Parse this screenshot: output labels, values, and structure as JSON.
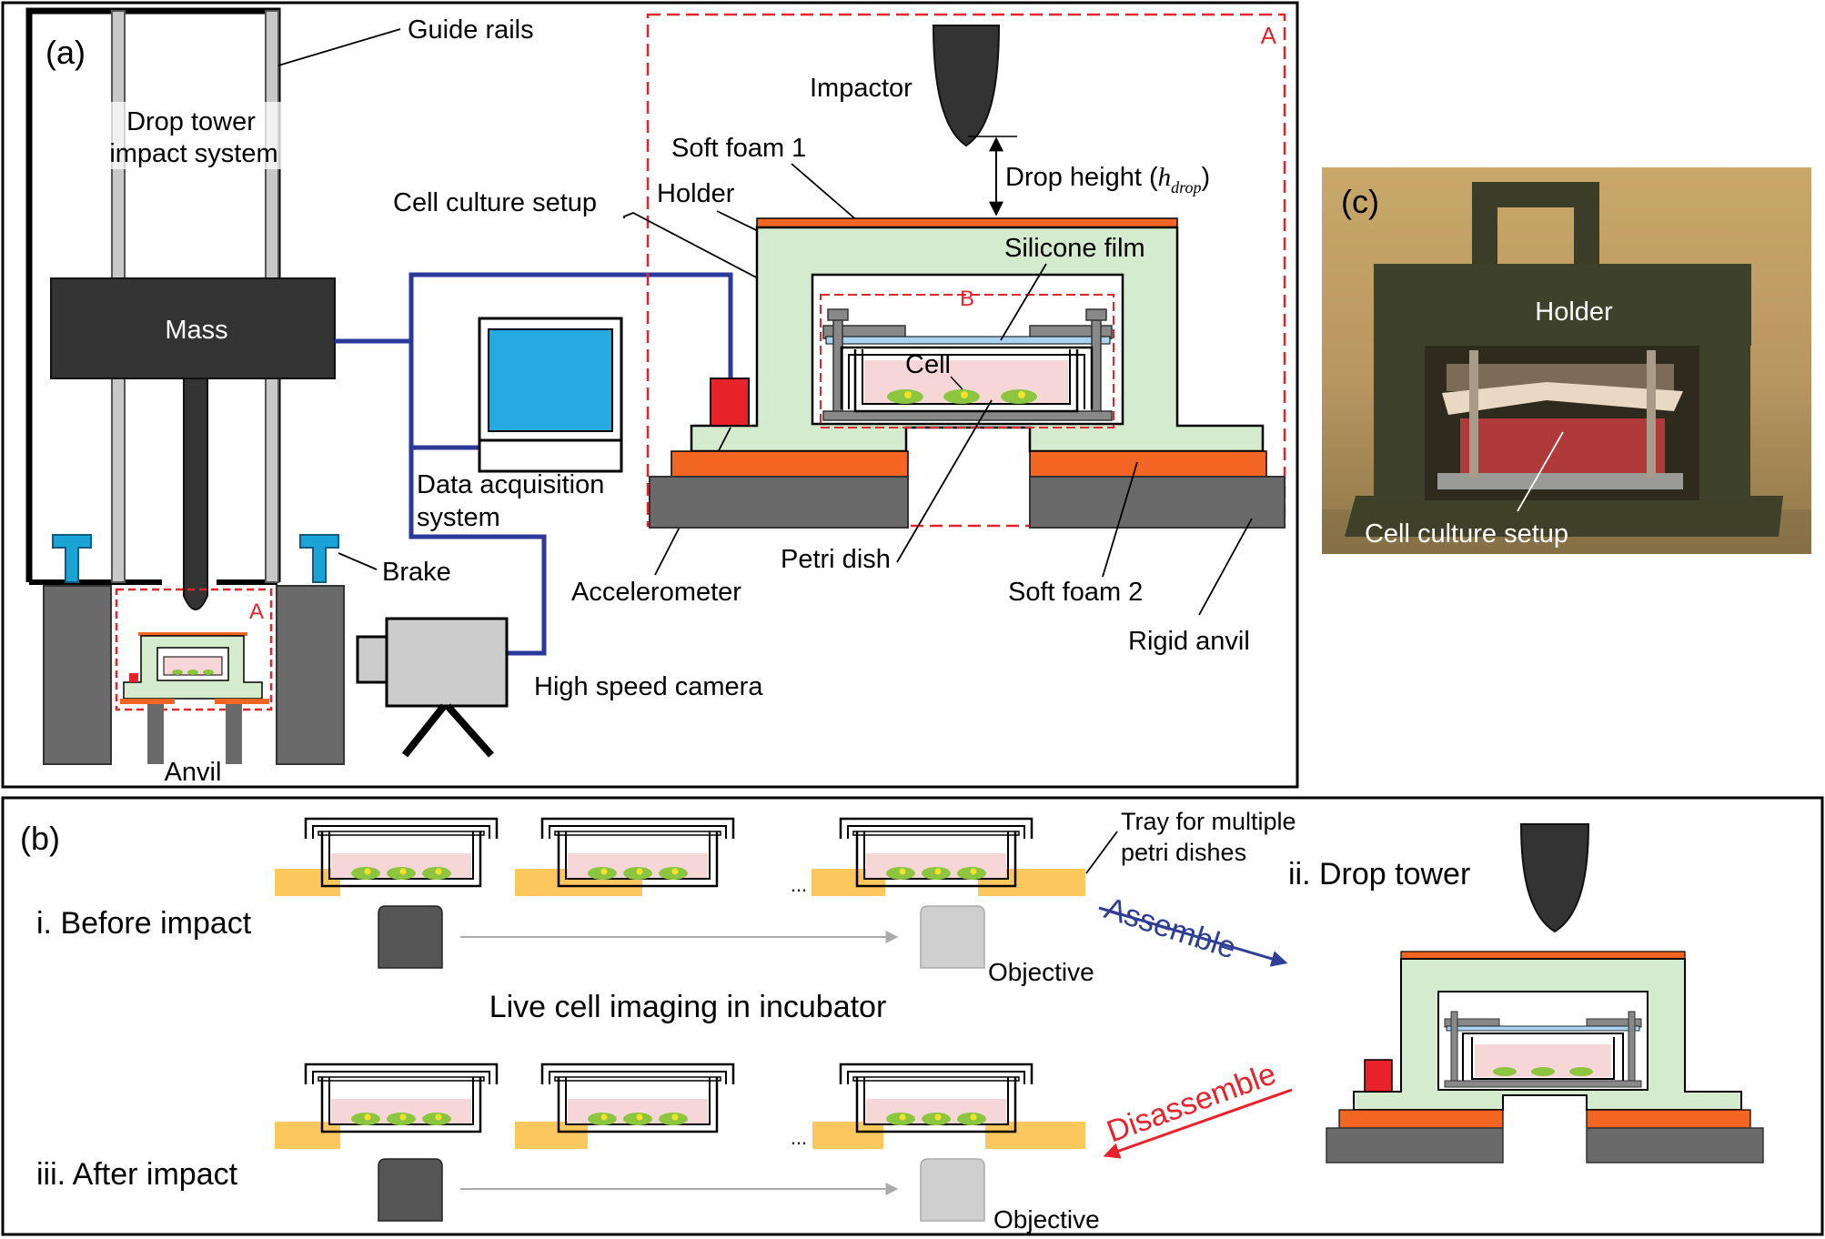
{
  "colors": {
    "frame": "#000000",
    "dashed_red": "#e8222a",
    "mass": "#333333",
    "rail": "#c8c8c8",
    "anvil": "#6a6a6a",
    "foam": "#f26522",
    "holder": "#d5ebce",
    "medium": "#f7d6d8",
    "cell": "#8cc641",
    "nucleus": "#f5e02a",
    "silicone": "#a8d4f0",
    "wire": "#2b3a9a",
    "monitor_screen": "#27aae1",
    "brake": "#1aa3d6",
    "accelerometer": "#e8222a",
    "tray": "#fcc75c",
    "objective_before": "#555555",
    "objective_after": "#cfcfcf",
    "assemble_arrow": "#2e3e96",
    "disassemble_arrow": "#e8222a"
  },
  "icons": [
    "impactor-icon",
    "monitor-icon",
    "camera-icon",
    "petri-dish-icon",
    "objective-icon",
    "accelerometer-icon"
  ],
  "panel_a": {
    "label": "(a)",
    "guide_rails": "Guide rails",
    "drop_tower_line1": "Drop tower",
    "drop_tower_line2": "impact system",
    "mass": "Mass",
    "brake": "Brake",
    "anvil": "Anvil",
    "region_a_small": "A",
    "region_a": "A",
    "region_b": "B",
    "impactor": "Impactor",
    "soft_foam_1": "Soft foam 1",
    "holder": "Holder",
    "cell_culture_setup": "Cell culture setup",
    "drop_height": "Drop height (",
    "drop_height_h": "h",
    "drop_height_sub": "drop",
    "drop_height_close": ")",
    "silicone_film": "Silicone film",
    "cell": "Cell",
    "data_acq_line1": "Data acquisition",
    "data_acq_line2": "system",
    "accelerometer": "Accelerometer",
    "petri_dish": "Petri dish",
    "soft_foam_2": "Soft foam 2",
    "rigid_anvil": "Rigid anvil",
    "high_speed_camera": "High speed camera"
  },
  "panel_b": {
    "label": "(b)",
    "before_impact": "i. Before impact",
    "after_impact": "iii. After impact",
    "drop_tower": "ii. Drop tower",
    "tray_line1": "Tray for multiple",
    "tray_line2": "petri dishes",
    "objective_top": "Objective",
    "objective_bottom": "Objective",
    "live_imaging": "Live cell imaging in incubator",
    "assemble": "Assemble",
    "disassemble": "Disassemble",
    "ellipsis_top": "...",
    "ellipsis_bottom": "..."
  },
  "panel_c": {
    "label": "(c)",
    "holder": "Holder",
    "cell_culture_setup": "Cell culture setup"
  }
}
